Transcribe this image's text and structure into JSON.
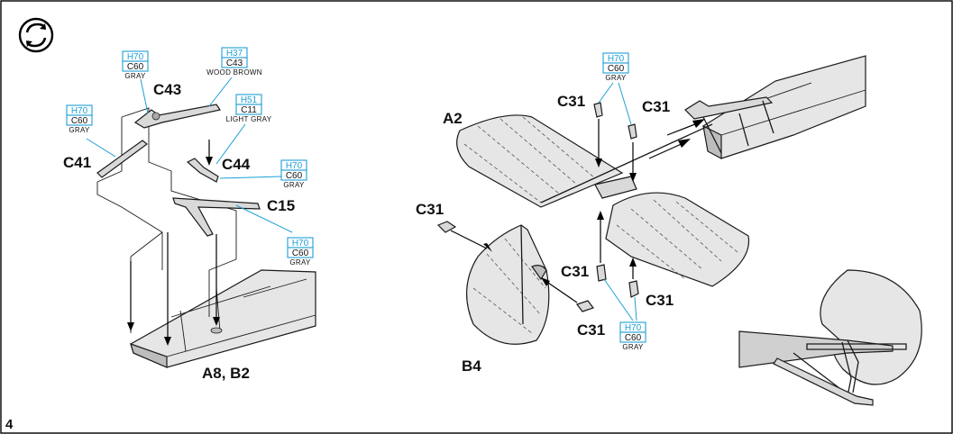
{
  "step_number": "4",
  "parts": {
    "c43": "C43",
    "c41": "C41",
    "c44": "C44",
    "c15": "C15",
    "a8_b2": "A8, B2",
    "a2": "A2",
    "b4": "B4",
    "c31": "C31"
  },
  "color_callouts": [
    {
      "h": "H70",
      "c": "C60",
      "name": "GRAY"
    },
    {
      "h": "H37",
      "c": "C43",
      "name": "WOOD BROWN"
    },
    {
      "h": "H70",
      "c": "C60",
      "name": "GRAY"
    },
    {
      "h": "H51",
      "c": "C11",
      "name": "LIGHT GRAY"
    },
    {
      "h": "H70",
      "c": "C60",
      "name": "GRAY"
    },
    {
      "h": "H70",
      "c": "C60",
      "name": "GRAY"
    },
    {
      "h": "H70",
      "c": "C60",
      "name": "GRAY"
    },
    {
      "h": "H70",
      "c": "C60",
      "name": "GRAY"
    }
  ],
  "icons": {
    "repeat": "repeat-assembly-icon"
  },
  "colors": {
    "callout_border": "#1e9fd6",
    "part_fill": "#d9d9d9"
  }
}
